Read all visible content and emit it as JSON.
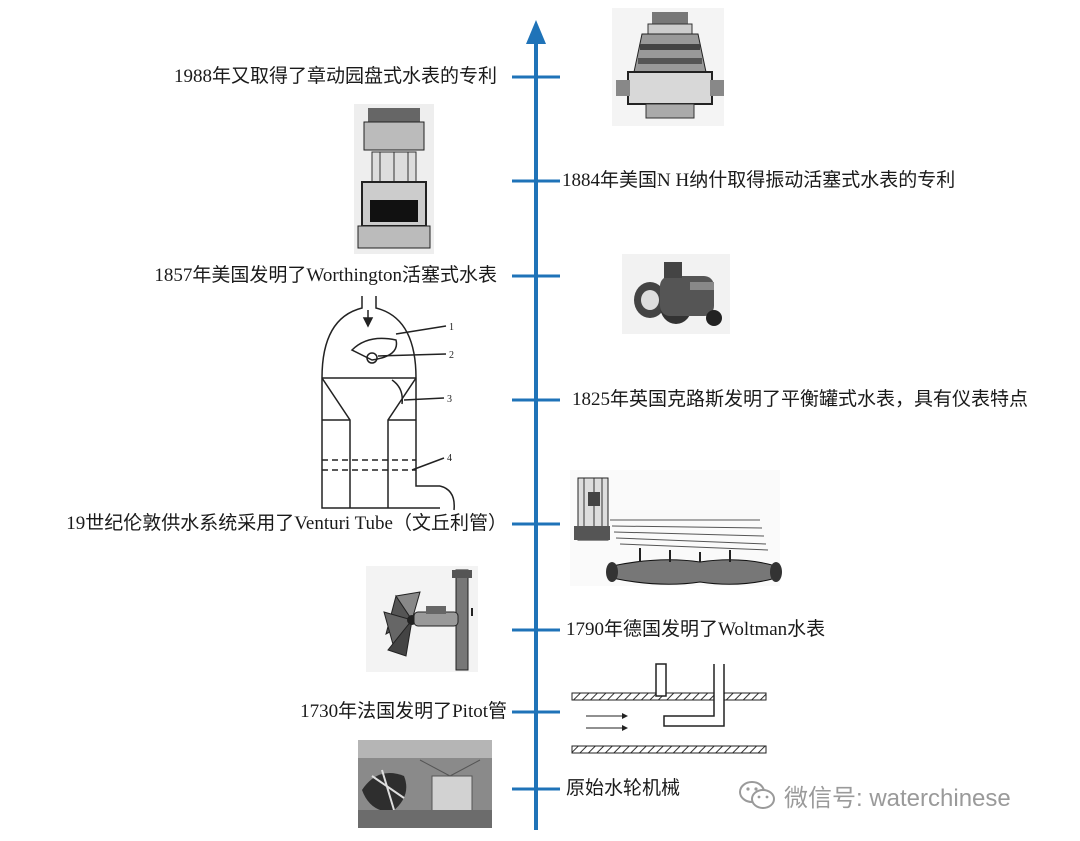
{
  "timeline": {
    "axis_color": "#1f73b8",
    "events": [
      {
        "label": "1988年又取得了章动园盘式水表的专利",
        "side": "left",
        "illustration": "disc-meter-photo"
      },
      {
        "label": "1884年美国N H纳什取得振动活塞式水表的专利",
        "side": "right",
        "illustration": "oscillating-piston-meter-photo"
      },
      {
        "label": "1857年美国发明了Worthington活塞式水表",
        "side": "left",
        "illustration": "worthington-piston-meter-photo"
      },
      {
        "label": "1825年英国克路斯发明了平衡罐式水表，具有仪表特点",
        "side": "right",
        "illustration": "balance-tank-diagram"
      },
      {
        "label": "19世纪伦敦供水系统采用了Venturi Tube（文丘利管）",
        "side": "left",
        "illustration": "venturi-tube-engraving"
      },
      {
        "label": "1790年德国发明了Woltman水表",
        "side": "right",
        "illustration": "woltman-meter-photo"
      },
      {
        "label": "1730年法国发明了Pitot管",
        "side": "left",
        "illustration": "pitot-tube-diagram"
      },
      {
        "label": "原始水轮机械",
        "side": "right",
        "illustration": "water-wheel-photo"
      }
    ]
  },
  "tank_diagram": {
    "callouts": [
      "1",
      "2",
      "3",
      "4"
    ]
  },
  "watermark": {
    "text": "微信号: waterchinese",
    "icon": "wechat-icon"
  }
}
